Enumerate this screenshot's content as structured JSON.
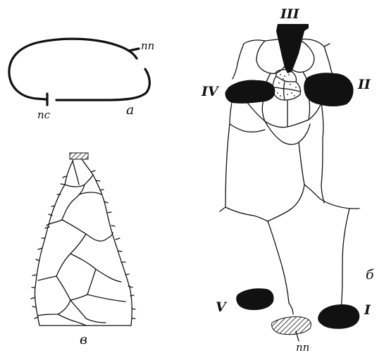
{
  "figure": {
    "panel_a": {
      "letter": "а",
      "label_top": "пп",
      "label_bottom": "пс"
    },
    "panel_b": {
      "letter": "б",
      "roman": {
        "III": "III",
        "II": "II",
        "IV": "IV",
        "V": "V",
        "I": "I"
      },
      "label_bottom": "пп"
    },
    "panel_v": {
      "letter": "в"
    }
  }
}
